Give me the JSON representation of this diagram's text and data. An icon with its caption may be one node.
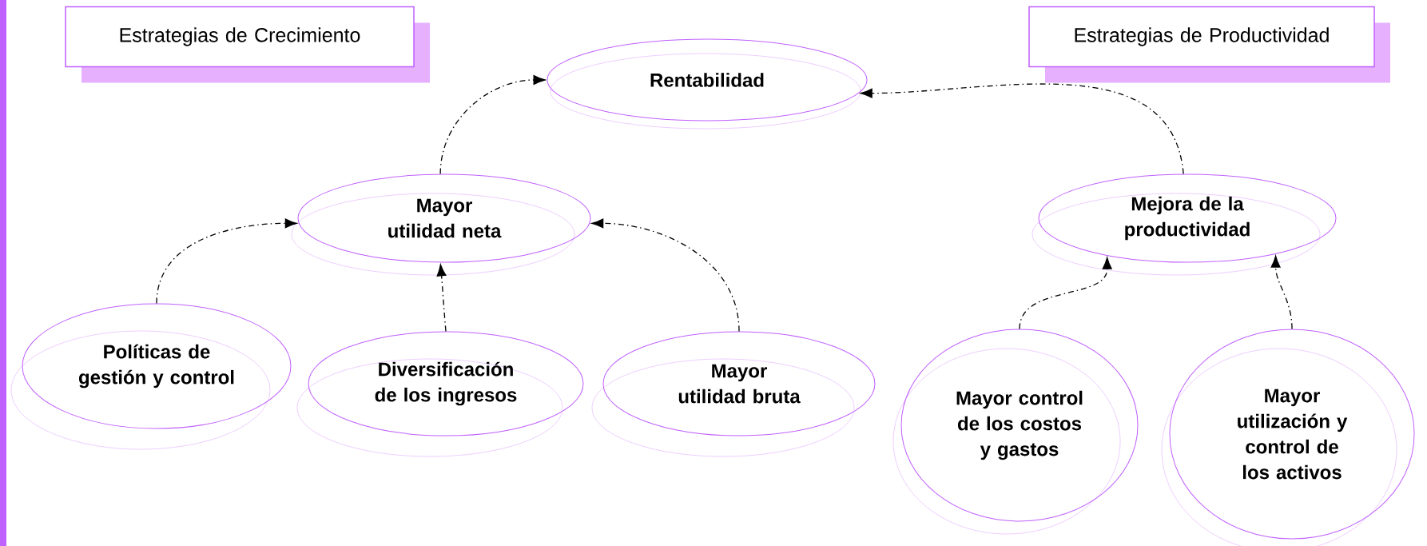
{
  "diagram": {
    "nodes": [
      {
        "text": [
          "Estrategias de Crecimiento"
        ]
      },
      {
        "text": [
          "Estrategias de Productividad"
        ]
      },
      {
        "text": [
          "Rentabilidad"
        ]
      },
      {
        "text": [
          "Mayor utilidad neta"
        ]
      },
      {
        "text": [
          "Mejora de la productividad"
        ]
      },
      {
        "text": [
          "Políticas de gestión y control"
        ]
      },
      {
        "text": [
          "Diversificación de los ingresos"
        ]
      },
      {
        "text": [
          "Mayor utilidad bruta"
        ]
      },
      {
        "text": [
          "Mayor control de los costos y gastos"
        ]
      },
      {
        "text": [
          "Mayor utilización y control de los activos"
        ]
      }
    ],
    "edges": [
      {
        "from": 3,
        "to": 2,
        "arrow": "to"
      },
      {
        "from": 4,
        "to": 2,
        "arrow": "to"
      },
      {
        "from": 5,
        "to": 3,
        "arrow": "to"
      },
      {
        "from": 6,
        "to": 3,
        "arrow": "to"
      },
      {
        "from": 7,
        "to": 3,
        "arrow": "to"
      },
      {
        "from": 8,
        "to": 4,
        "arrow": "to"
      },
      {
        "from": 9,
        "to": 4,
        "arrow": "to"
      }
    ]
  }
}
